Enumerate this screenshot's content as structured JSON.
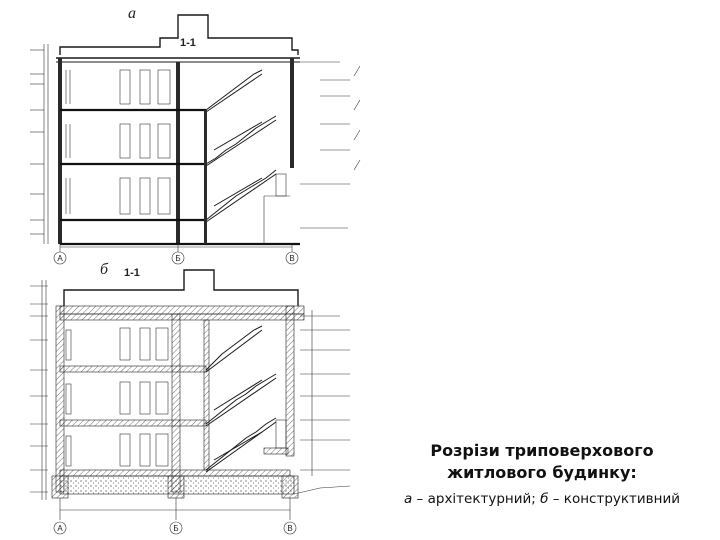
{
  "figure": {
    "section_a": {
      "letter": "а",
      "section_label": "1-1",
      "axes": [
        "А",
        "Б",
        "В"
      ]
    },
    "section_b": {
      "letter": "б",
      "section_label": "1-1",
      "axes": [
        "А",
        "Б",
        "В"
      ]
    }
  },
  "caption": {
    "title_line1": "Розрізи триповерхового",
    "title_line2": "житлового будинку:",
    "sub_a_letter": "а",
    "sub_a_text": " – архітектурний; ",
    "sub_b_letter": "б",
    "sub_b_text": " – конструктивний"
  }
}
